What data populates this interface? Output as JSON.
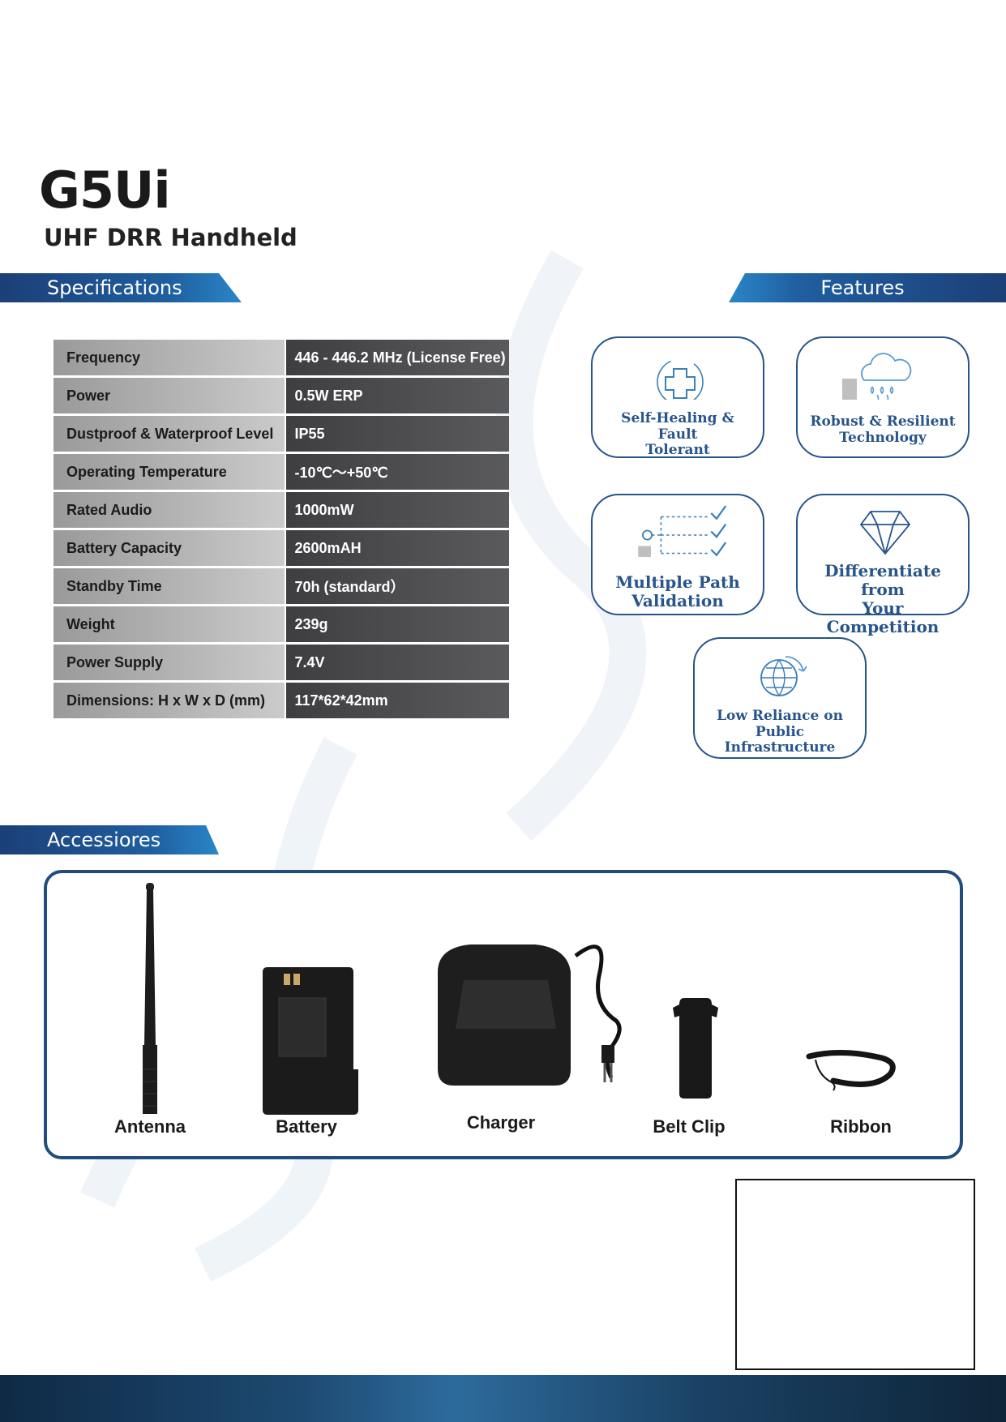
{
  "header": {
    "title": "G5Ui",
    "subtitle": "UHF DRR Handheld"
  },
  "sections": {
    "specifications": "Specifications",
    "features": "Features",
    "accessories": "Accessiores"
  },
  "specs": [
    {
      "label": "Frequency",
      "value": "446 - 446.2 MHz (License Free)"
    },
    {
      "label": "Power",
      "value": "0.5W ERP"
    },
    {
      "label": "Dustproof & Waterproof Level",
      "value": "IP55"
    },
    {
      "label": "Operating Temperature",
      "value": "-10℃～+50℃"
    },
    {
      "label": "Rated Audio",
      "value": "1000mW"
    },
    {
      "label": "Battery Capacity",
      "value": "2600mAH"
    },
    {
      "label": "Standby Time",
      "value": "70h (standard）"
    },
    {
      "label": "Weight",
      "value": "239g"
    },
    {
      "label": "Power Supply",
      "value": "7.4V"
    },
    {
      "label": "Dimensions: H x W x D (mm)",
      "value": "117*62*42mm"
    }
  ],
  "features": [
    {
      "line1": "Self-Healing & Fault",
      "line2": "Tolerant",
      "icon": "medical-cross-icon"
    },
    {
      "line1": "Robust & Resilient",
      "line2": "Technology",
      "icon": "rain-cloud-icon"
    },
    {
      "line1": "Multiple Path",
      "line2": "Validation",
      "icon": "path-checklist-icon"
    },
    {
      "line1": "Differentiate from",
      "line2": "Your Competition",
      "icon": "diamond-icon"
    },
    {
      "line1": "Low Reliance on",
      "line2": "Public",
      "line3": "Infrastructure",
      "icon": "globe-refresh-icon"
    }
  ],
  "accessories": [
    {
      "label": "Antenna",
      "icon": "antenna-icon"
    },
    {
      "label": "Battery",
      "icon": "battery-pack-icon"
    },
    {
      "label": "Charger",
      "icon": "charger-cradle-icon"
    },
    {
      "label": "Belt Clip",
      "icon": "belt-clip-icon"
    },
    {
      "label": "Ribbon",
      "icon": "lanyard-icon"
    }
  ],
  "colors": {
    "brand_blue": "#27548a",
    "banner_dark": "#1c3f77",
    "banner_light": "#2a86c8",
    "spec_label_bg": "#b4b4b4",
    "spec_value_bg": "#4d4d50"
  }
}
